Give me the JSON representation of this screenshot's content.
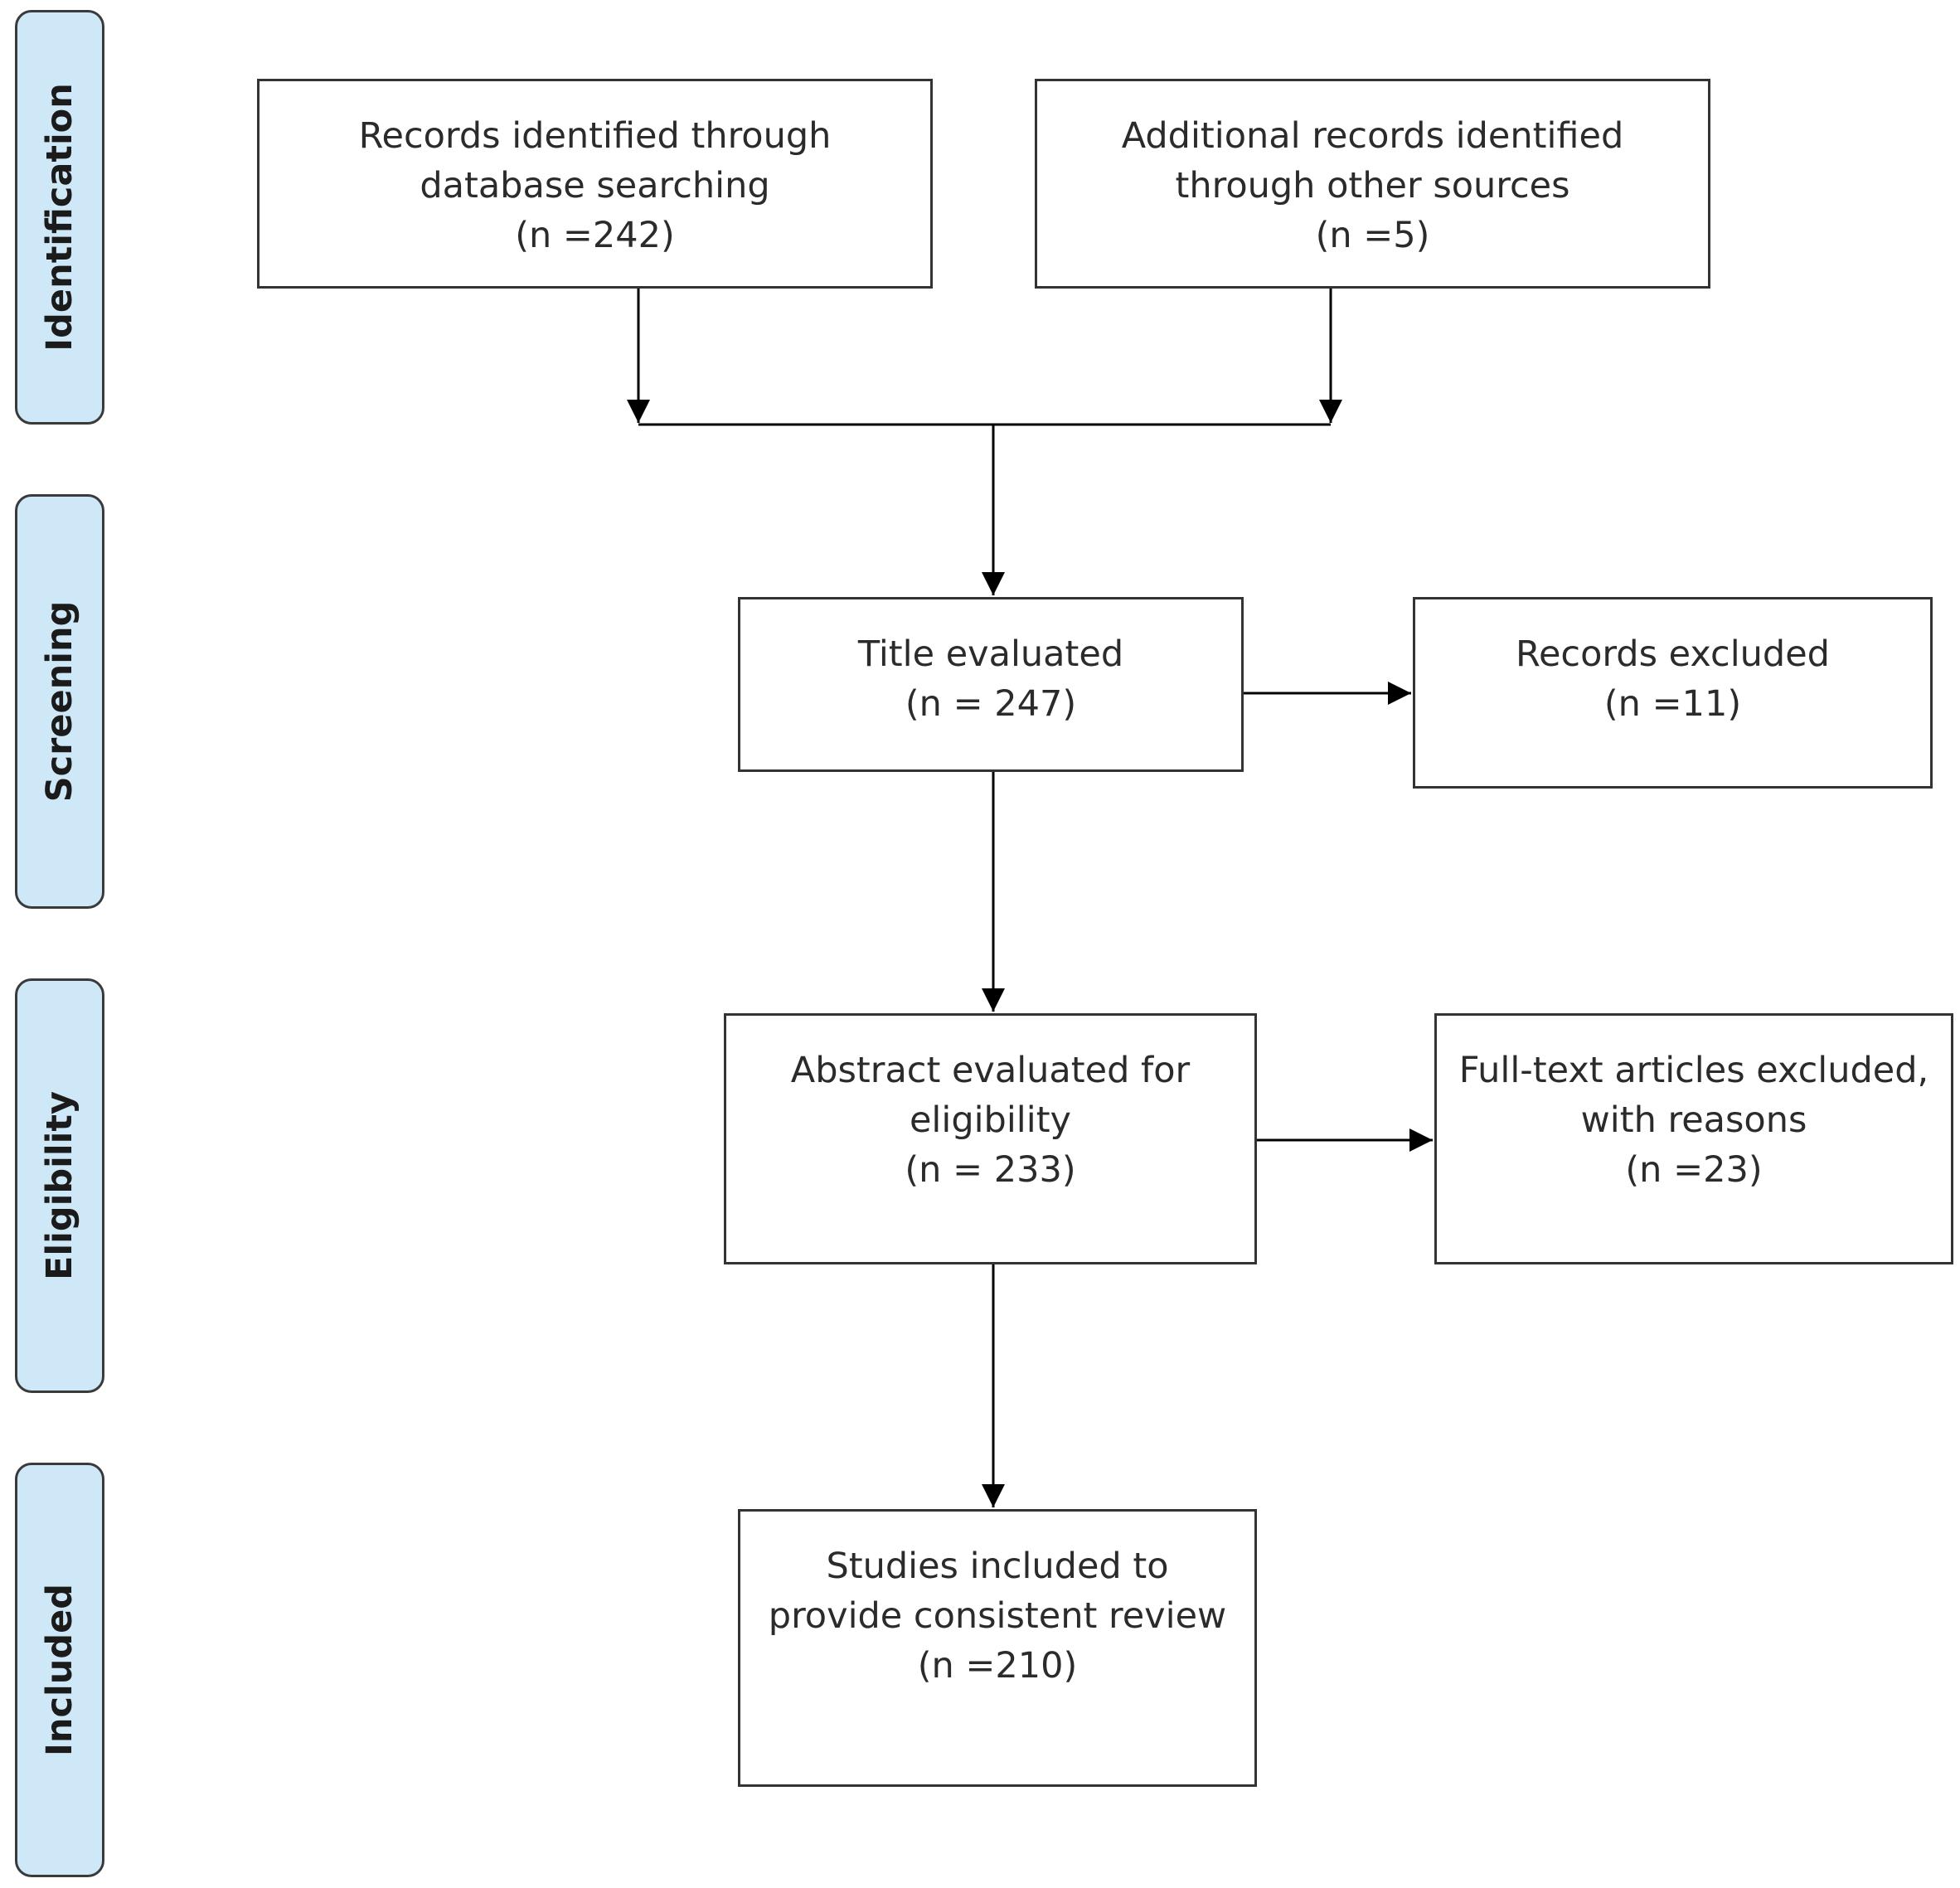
{
  "phases": [
    {
      "label": "Identification"
    },
    {
      "label": "Screening"
    },
    {
      "label": "Eligibility"
    },
    {
      "label": "Included"
    }
  ],
  "boxes": {
    "database": {
      "line1": "Records identified through",
      "line2": "database searching",
      "count": "(n =242)"
    },
    "other": {
      "line1": "Additional records identified",
      "line2": "through other sources",
      "count": "(n =5)"
    },
    "title": {
      "line1": "Title evaluated",
      "count": "(n =  247)"
    },
    "excluded": {
      "line1": "Records excluded",
      "count": "(n =11)"
    },
    "abstract": {
      "line1": "Abstract evaluated for",
      "line2": "eligibility",
      "count": "(n = 233)"
    },
    "fulltext": {
      "line1": "Full-text articles excluded,",
      "line2": "with reasons",
      "count": "(n =23)"
    },
    "included": {
      "line1": "Studies included to",
      "line2": "provide consistent review",
      "count": "(n =210)"
    }
  }
}
